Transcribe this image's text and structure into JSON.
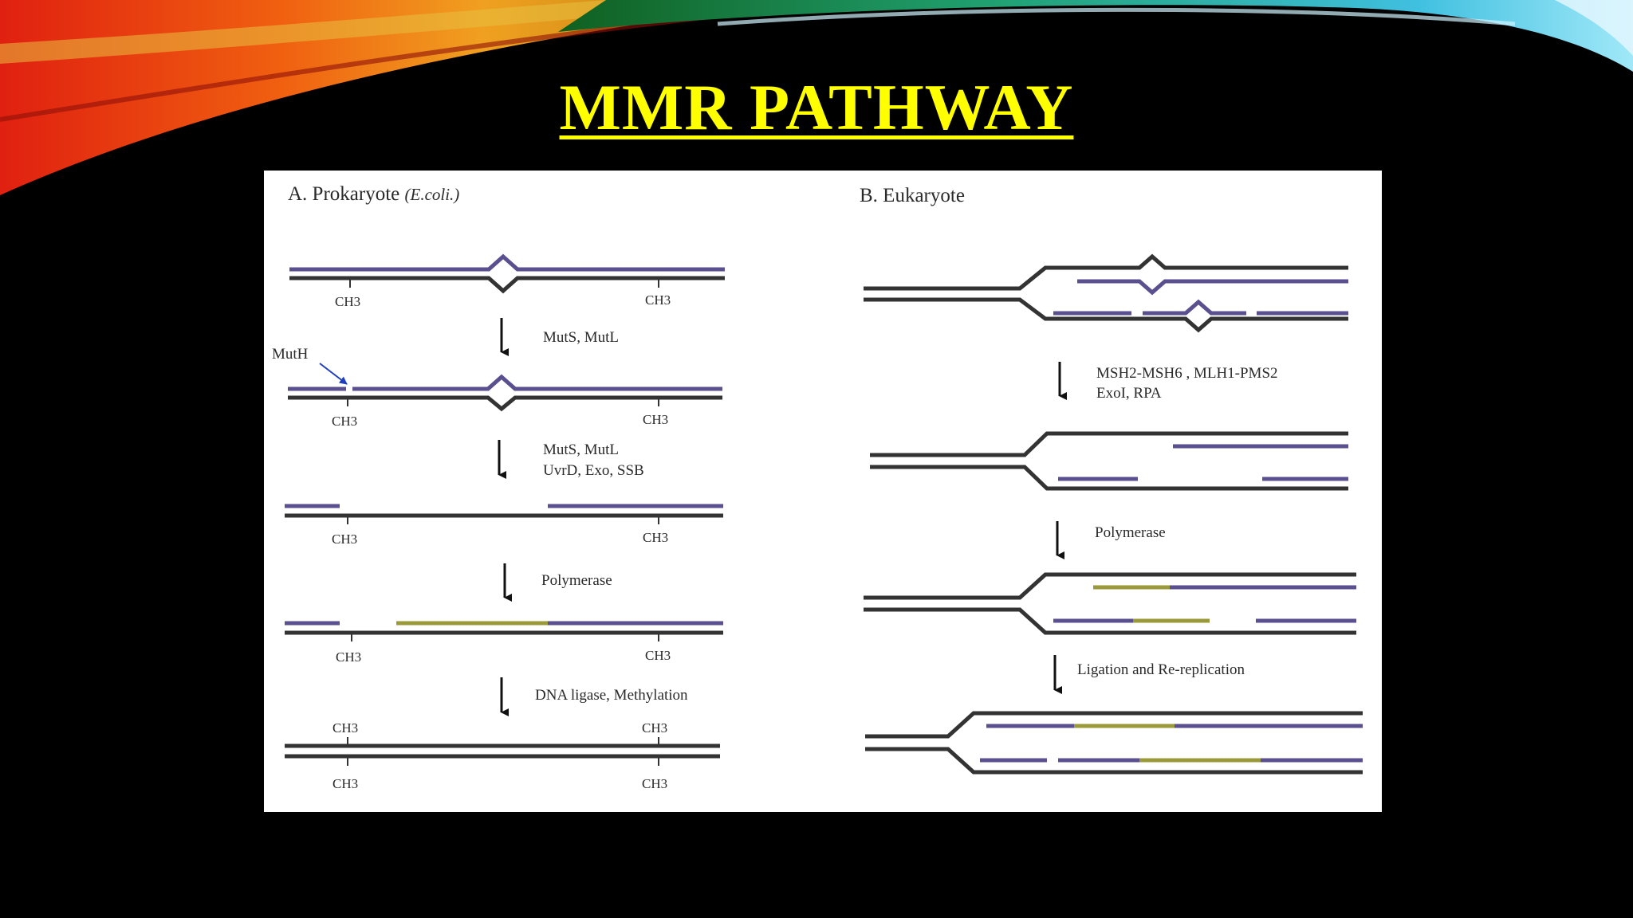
{
  "slide": {
    "title": "MMR PATHWAY"
  },
  "colors": {
    "background": "#000000",
    "title": "#ffff00",
    "strand_parent": "#333333",
    "strand_daughter": "#5a4f8f",
    "strand_new": "#9a9a3a",
    "mutH_arrow": "#1f3fbf"
  },
  "prokaryote": {
    "heading_main": "A. Prokaryote",
    "heading_organism": "(E.coli.)",
    "methyl": "CH3",
    "mutH_label": "MutH",
    "step1": "MutS, MutL",
    "step2_line1": "MutS, MutL",
    "step2_line2": "UvrD, Exo, SSB",
    "step3": "Polymerase",
    "step4": "DNA ligase, Methylation"
  },
  "eukaryote": {
    "heading": "B. Eukaryote",
    "step1_line1": "MSH2-MSH6 , MLH1-PMS2",
    "step1_line2": "ExoI, RPA",
    "step2": "Polymerase",
    "step3": "Ligation and Re-replication"
  }
}
